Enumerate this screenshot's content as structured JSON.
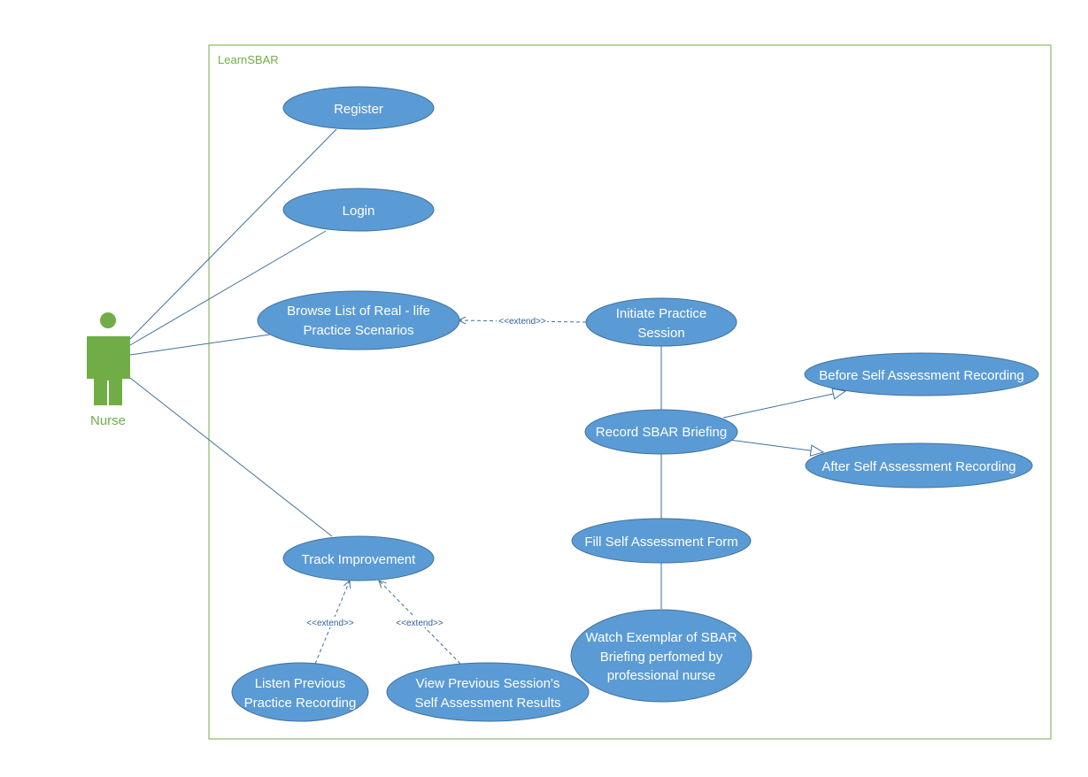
{
  "system": {
    "title": "LearnSBAR"
  },
  "actor": {
    "name": "Nurse"
  },
  "use_cases": {
    "register": [
      "Register"
    ],
    "login": [
      "Login"
    ],
    "browse": [
      "Browse List of Real - life",
      "Practice Scenarios"
    ],
    "initiate": [
      "Initiate Practice",
      "Session"
    ],
    "record": [
      "Record SBAR Briefing"
    ],
    "before": [
      "Before Self Assessment Recording"
    ],
    "after": [
      "After  Self Assessment Recording"
    ],
    "fill": [
      "Fill Self Assessment Form"
    ],
    "watch": [
      "Watch Exemplar of SBAR",
      "Briefing perfomed by",
      "professional nurse"
    ],
    "track": [
      "Track Improvement"
    ],
    "listen": [
      "Listen Previous",
      "Practice Recording"
    ],
    "view": [
      "View Previous Session's",
      "Self Assessment Results"
    ]
  },
  "relations": {
    "extend_label": "<<extend>>"
  },
  "colors": {
    "use_case_fill": "#5b9bd5",
    "line": "#41719c",
    "actor": "#70ad47",
    "boundary": "#70ad47"
  }
}
